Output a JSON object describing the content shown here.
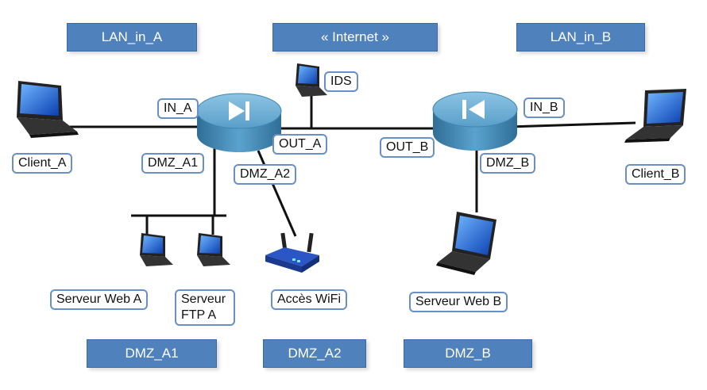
{
  "zones": {
    "lan_a": "LAN_in_A",
    "internet": "« Internet »",
    "lan_b": "LAN_in_B",
    "dmz_a1": "DMZ_A1",
    "dmz_a2": "DMZ_A2",
    "dmz_b": "DMZ_B"
  },
  "labels": {
    "in_a": "IN_A",
    "out_a": "OUT_A",
    "dmz_a1": "DMZ_A1",
    "dmz_a2": "DMZ_A2",
    "ids": "IDS",
    "in_b": "IN_B",
    "out_b": "OUT_B",
    "dmz_b": "DMZ_B",
    "client_a": "Client_A",
    "client_b": "Client_B",
    "web_a": "Serveur Web A",
    "ftp_a_1": "Serveur",
    "ftp_a_2": "FTP A",
    "wifi": "Accès WiFi",
    "web_b": "Serveur Web B"
  },
  "colors": {
    "zone_fill": "#4f81bd",
    "label_border": "#6a8fc8",
    "router": "#4a8fb8",
    "line": "#111111"
  },
  "icons": [
    "router-icon",
    "laptop-icon",
    "wifi-router-icon"
  ]
}
